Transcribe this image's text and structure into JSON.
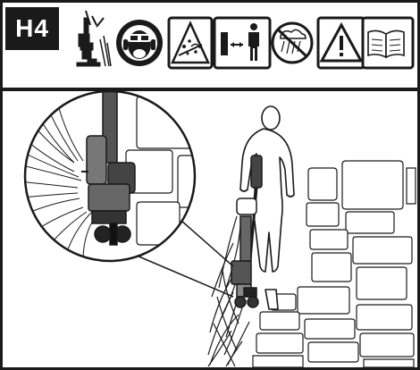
{
  "section": {
    "badge": "H4"
  },
  "icons": [
    {
      "name": "edger-operation-icon"
    },
    {
      "name": "wear-protective-equipment-icon"
    },
    {
      "name": "thrown-objects-warning-icon"
    },
    {
      "name": "keep-bystanders-away-icon"
    },
    {
      "name": "no-rain-icon"
    },
    {
      "name": "caution-triangle-icon"
    },
    {
      "name": "read-manual-icon"
    }
  ],
  "illustration": {
    "subject": "operator-edging-along-walkway",
    "inset": "magnified-edger-head"
  }
}
